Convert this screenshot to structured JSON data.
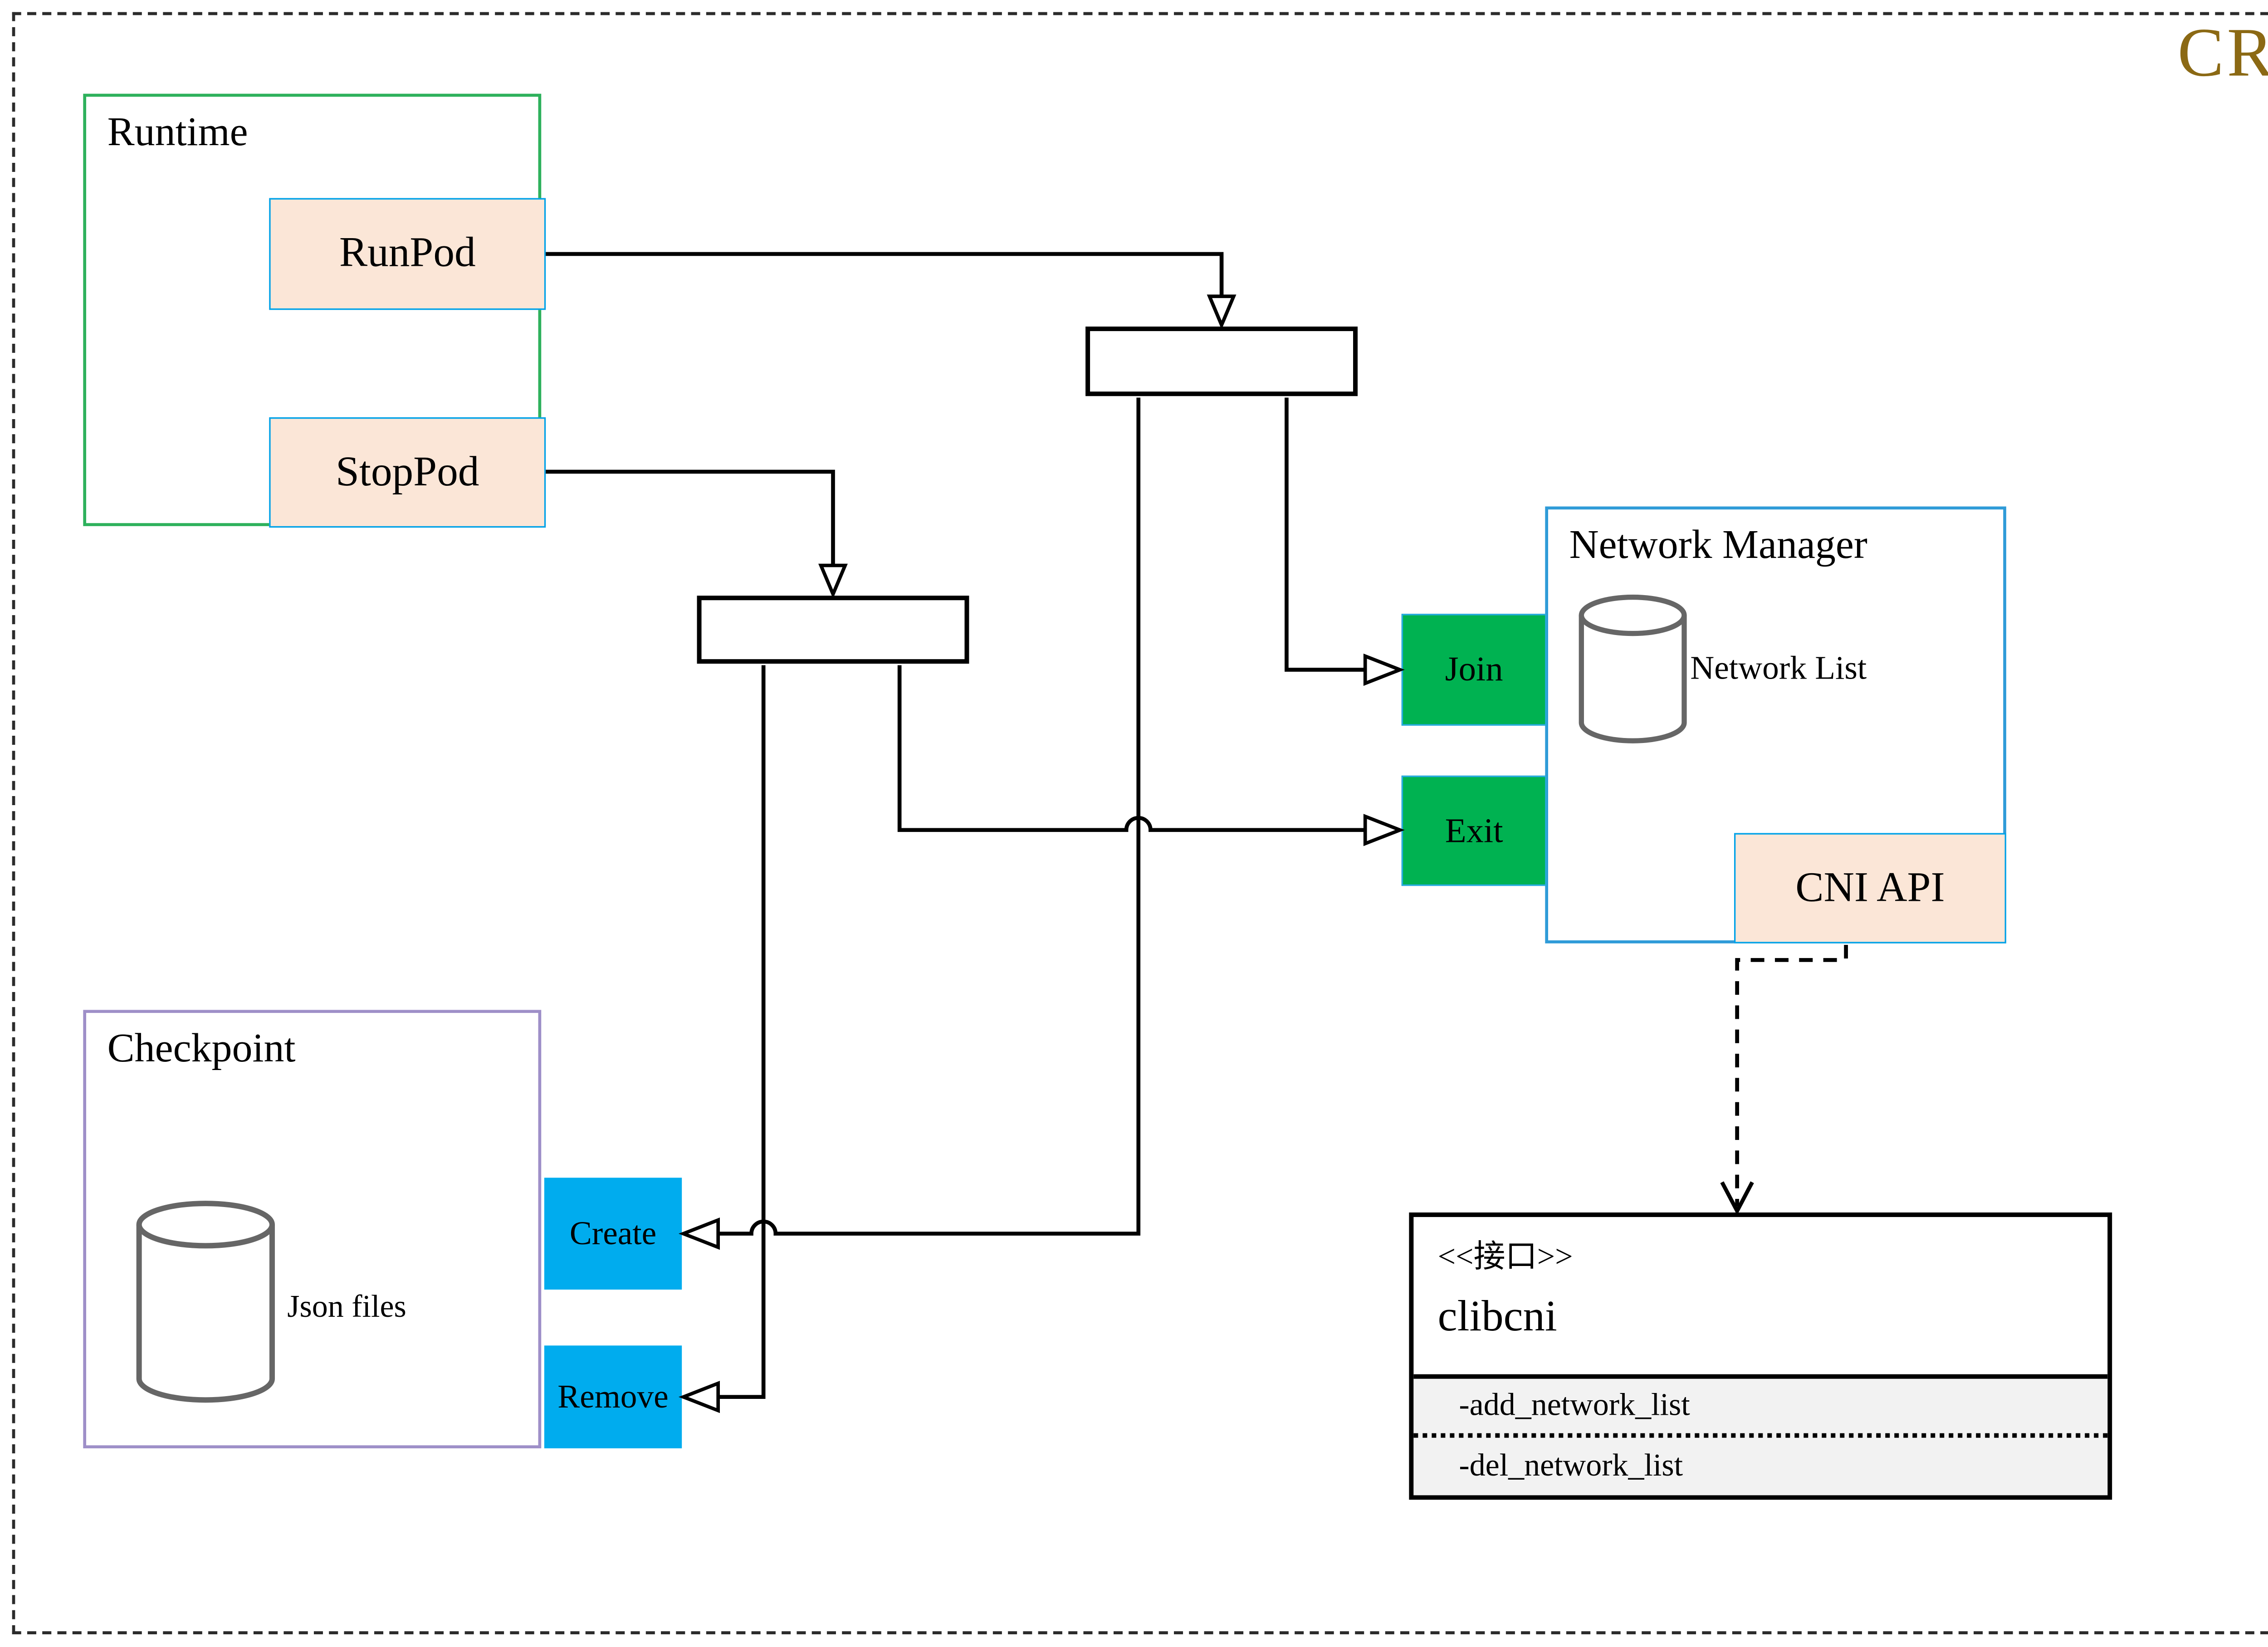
{
  "diagram_title": "CRI",
  "runtime": {
    "title": "Runtime",
    "run_pod_label": "RunPod",
    "stop_pod_label": "StopPod"
  },
  "network_manager": {
    "title": "Network Manager",
    "network_list_label": "Network List",
    "join_label": "Join",
    "exit_label": "Exit",
    "cni_api_label": "CNI API"
  },
  "checkpoint": {
    "title": "Checkpoint",
    "json_files_label": "Json files",
    "create_label": "Create",
    "remove_label": "Remove"
  },
  "clibcni_interface": {
    "stereotype": "<<接口>>",
    "name": "clibcni",
    "methods": [
      "-add_network_list",
      "-del_network_list"
    ]
  },
  "colors": {
    "title_gold": "#8B6914",
    "runtime_border_green": "#2EB15C",
    "network_manager_border_blue": "#2F9BD8",
    "checkpoint_border_purple": "#9E8FC8",
    "button_border_blue": "#00A2E8",
    "peach_fill": "#FBE6D7",
    "green_fill": "#00B251",
    "blue_fill": "#00ACEE",
    "attrs_section_gray": "#F2F2F2",
    "cylinder_gray": "#666666"
  }
}
